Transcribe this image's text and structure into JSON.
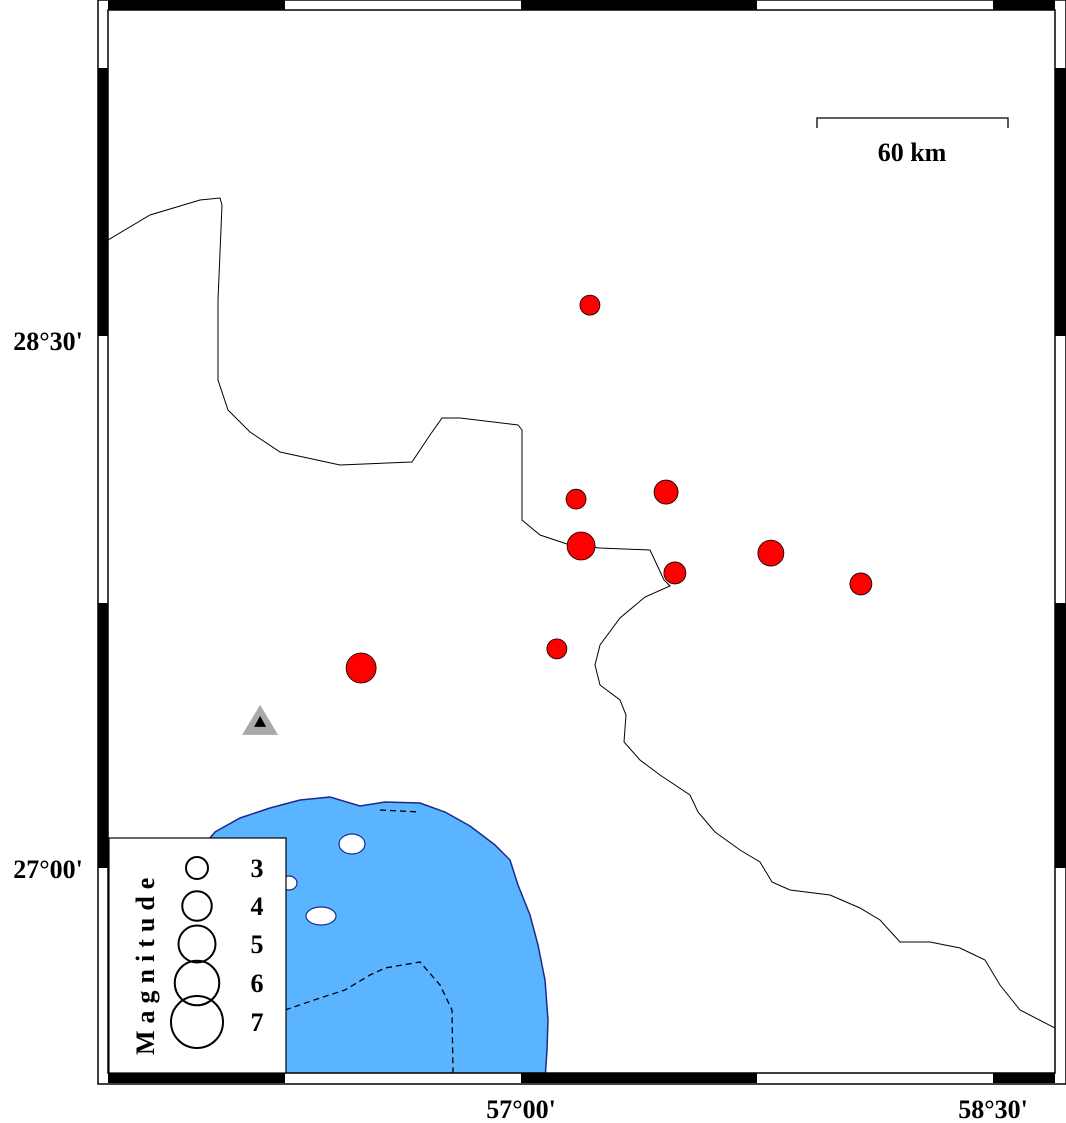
{
  "map": {
    "axis_labels": {
      "lat_top": "28°30'",
      "lat_bottom": "27°00'",
      "lon_left": "57°00'",
      "lon_right": "58°30'"
    },
    "scale_bar": {
      "label": "60 km"
    },
    "colors": {
      "sea": "#5ab4ff",
      "coast": "#1a2a8a",
      "event": "#ff0000",
      "station": "#a9a9a9"
    },
    "legend": {
      "title": "Magnitude",
      "magnitudes": [
        "3",
        "4",
        "5",
        "6",
        "7"
      ]
    },
    "events": [
      {
        "lon": 57.219,
        "lat": 28.587,
        "mag": 2.73
      },
      {
        "lon": 57.175,
        "lat": 28.04,
        "mag": 2.73
      },
      {
        "lon": 57.461,
        "lat": 28.06,
        "mag": 3.27
      },
      {
        "lon": 57.191,
        "lat": 27.908,
        "mag": 3.8
      },
      {
        "lon": 57.489,
        "lat": 27.832,
        "mag": 3.0
      },
      {
        "lon": 57.794,
        "lat": 27.888,
        "mag": 3.53
      },
      {
        "lon": 58.08,
        "lat": 27.801,
        "mag": 3.0
      },
      {
        "lon": 57.114,
        "lat": 27.618,
        "mag": 2.73
      },
      {
        "lon": 56.492,
        "lat": 27.564,
        "mag": 4.07
      }
    ],
    "station": {
      "lon": 56.171,
      "lat": 27.412
    }
  }
}
